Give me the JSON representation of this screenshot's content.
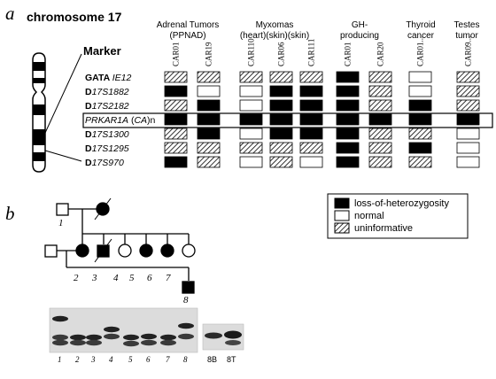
{
  "panel_a": {
    "letter": "a",
    "chromosome_title": "chromosome 17",
    "marker_header": "Marker",
    "markers": [
      {
        "prefix": "GATA ",
        "suffix": "IE12"
      },
      {
        "prefix": "D",
        "suffix": "17S1882"
      },
      {
        "prefix": "D",
        "suffix": "17S2182"
      },
      {
        "prefix": "PRKAR1A (CA)n",
        "suffix": ""
      },
      {
        "prefix": "D",
        "suffix": "17S1300"
      },
      {
        "prefix": "D",
        "suffix": "17S1295"
      },
      {
        "prefix": "D",
        "suffix": "17S970"
      }
    ],
    "groups": [
      {
        "title": [
          "Adrenal Tumors",
          "(PPNAD)"
        ],
        "samples": [
          "CAR01",
          "CAR19"
        ]
      },
      {
        "title": [
          "Myxomas",
          "(heart)(skin)(skin)"
        ],
        "samples": [
          "CAR110",
          "CAR06",
          "CAR111"
        ]
      },
      {
        "title": [
          "GH-",
          "producing"
        ],
        "samples": [
          "CAR01",
          "CAR20"
        ]
      },
      {
        "title": [
          "Thyroid",
          "cancer"
        ],
        "samples": [
          "CAR01..."
        ]
      },
      {
        "title": [
          "Testes",
          "tumor"
        ],
        "samples": [
          "CAR09..."
        ]
      }
    ],
    "grid": [
      [
        "h",
        "h",
        "h",
        "h",
        "h",
        "b",
        "h",
        "w",
        "h"
      ],
      [
        "b",
        "w",
        "w",
        "b",
        "b",
        "b",
        "h",
        "w",
        "h"
      ],
      [
        "h",
        "b",
        "w",
        "b",
        "b",
        "b",
        "h",
        "b",
        "h"
      ],
      [
        "b",
        "b",
        "b",
        "b",
        "b",
        "b",
        "b",
        "b",
        "b"
      ],
      [
        "h",
        "b",
        "w",
        "b",
        "b",
        "b",
        "h",
        "h",
        "w"
      ],
      [
        "h",
        "h",
        "h",
        "h",
        "h",
        "b",
        "h",
        "b",
        "w"
      ],
      [
        "b",
        "h",
        "w",
        "h",
        "w",
        "b",
        "h",
        "h",
        "w"
      ]
    ]
  },
  "panel_b": {
    "letter": "b",
    "legend": [
      {
        "style": "b",
        "label": "loss-of-heterozygosity"
      },
      {
        "style": "w",
        "label": "normal"
      },
      {
        "style": "h",
        "label": "uninformative"
      }
    ],
    "pedigree_labels": [
      "1",
      "2",
      "3",
      "4",
      "5",
      "6",
      "7",
      "8"
    ],
    "gel_lanes": [
      "1",
      "2",
      "3",
      "4",
      "5",
      "6",
      "7",
      "8"
    ],
    "gel2_lanes": [
      "8B",
      "8T"
    ]
  }
}
